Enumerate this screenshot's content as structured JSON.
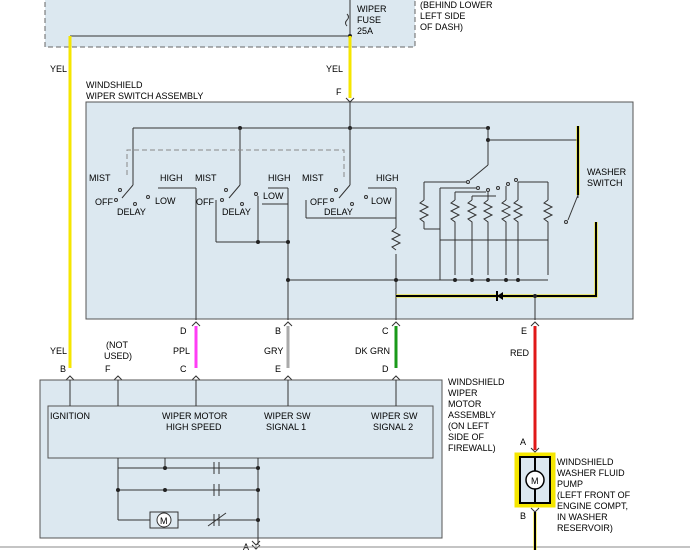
{
  "fuse_box": {
    "fuse_label_1": "WIPER",
    "fuse_label_2": "FUSE",
    "fuse_rating": "25A",
    "location_1": "(BEHIND LOWER",
    "location_2": "LEFT SIDE",
    "location_3": "OF DASH)"
  },
  "wire_top_left": "YEL",
  "wire_top_right": "YEL",
  "switch_assembly": {
    "title_1": "WINDSHIELD",
    "title_2": "WIPER SWITCH ASSEMBLY",
    "input_pin": "F",
    "group1": {
      "mist": "MIST",
      "off": "OFF",
      "delay": "DELAY",
      "high": "HIGH",
      "low": "LOW"
    },
    "group2": {
      "mist": "MIST",
      "off": "OFF",
      "delay": "DELAY",
      "high": "HIGH",
      "low": "LOW"
    },
    "group3": {
      "mist": "MIST",
      "off": "OFF",
      "delay": "DELAY",
      "high": "HIGH",
      "low": "LOW"
    },
    "washer_switch_1": "WASHER",
    "washer_switch_2": "SWITCH",
    "out_pins": [
      "D",
      "B",
      "C",
      "E"
    ]
  },
  "wires_mid": [
    {
      "color": "YEL",
      "pin": "B"
    },
    {
      "color": "(NOT",
      "color2": "USED)",
      "pin": "F"
    },
    {
      "color": "PPL",
      "pin": "C"
    },
    {
      "color": "GRY",
      "pin": "E"
    },
    {
      "color": "DK GRN",
      "pin": "D"
    }
  ],
  "wire_red": "RED",
  "motor_assembly": {
    "title": [
      "WINDSHIELD",
      "WIPER",
      "MOTOR",
      "ASSEMBLY",
      "(ON LEFT",
      "SIDE OF",
      "FIREWALL)"
    ],
    "labels": {
      "ignition": "IGNITION",
      "high_1": "WIPER MOTOR",
      "high_2": "HIGH SPEED",
      "sig1_1": "WIPER SW",
      "sig1_2": "SIGNAL 1",
      "sig2_1": "WIPER SW",
      "sig2_2": "SIGNAL 2"
    },
    "motor_symbol": "M",
    "bottom_pin": "A"
  },
  "pump": {
    "title": [
      "WINDSHIELD",
      "WASHER FLUID",
      "PUMP",
      "(LEFT FRONT OF",
      "ENGINE COMPT,",
      "IN WASHER",
      "RESERVOIR)"
    ],
    "pin_top": "A",
    "pin_bottom": "B",
    "motor_symbol": "M"
  }
}
